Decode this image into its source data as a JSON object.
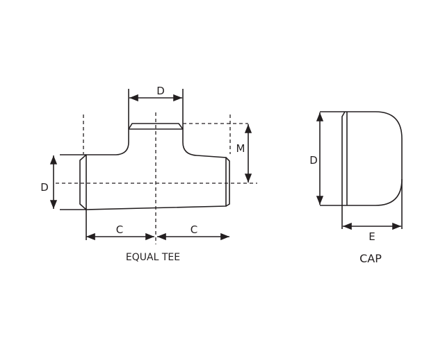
{
  "tee": {
    "caption": "EQUAL TEE",
    "dim_branch": "D",
    "dim_run": "D",
    "dim_height": "M",
    "dim_c_left": "C",
    "dim_c_right": "C"
  },
  "cap": {
    "caption": "CAP",
    "dim_diameter": "D",
    "dim_length": "E"
  },
  "colors": {
    "line": "#231f20",
    "background": "#ffffff"
  }
}
